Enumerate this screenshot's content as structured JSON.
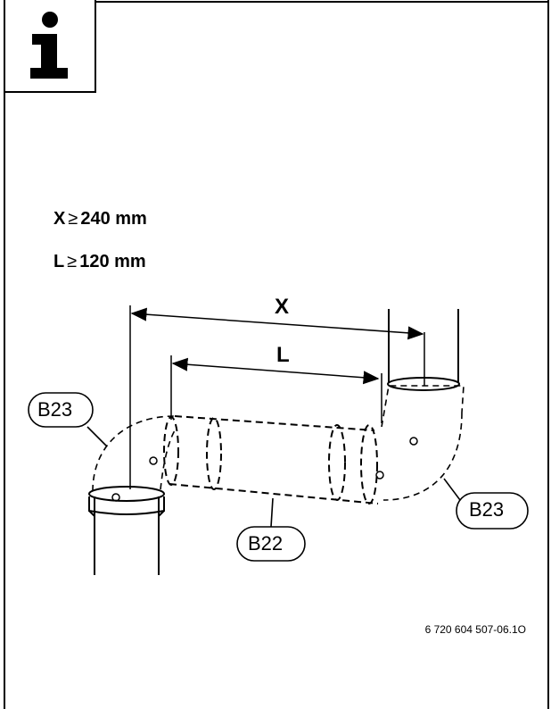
{
  "info": {
    "icon": "info-icon"
  },
  "requirements": [
    {
      "var": "X",
      "op": "≥",
      "value": "240 mm"
    },
    {
      "var": "L",
      "op": "≥",
      "value": "120 mm"
    }
  ],
  "diagram": {
    "dim_x_label": "X",
    "dim_l_label": "L",
    "callouts": [
      "B23",
      "B22",
      "B23"
    ]
  },
  "doc_ref": "6 720 604 507-06.1O"
}
